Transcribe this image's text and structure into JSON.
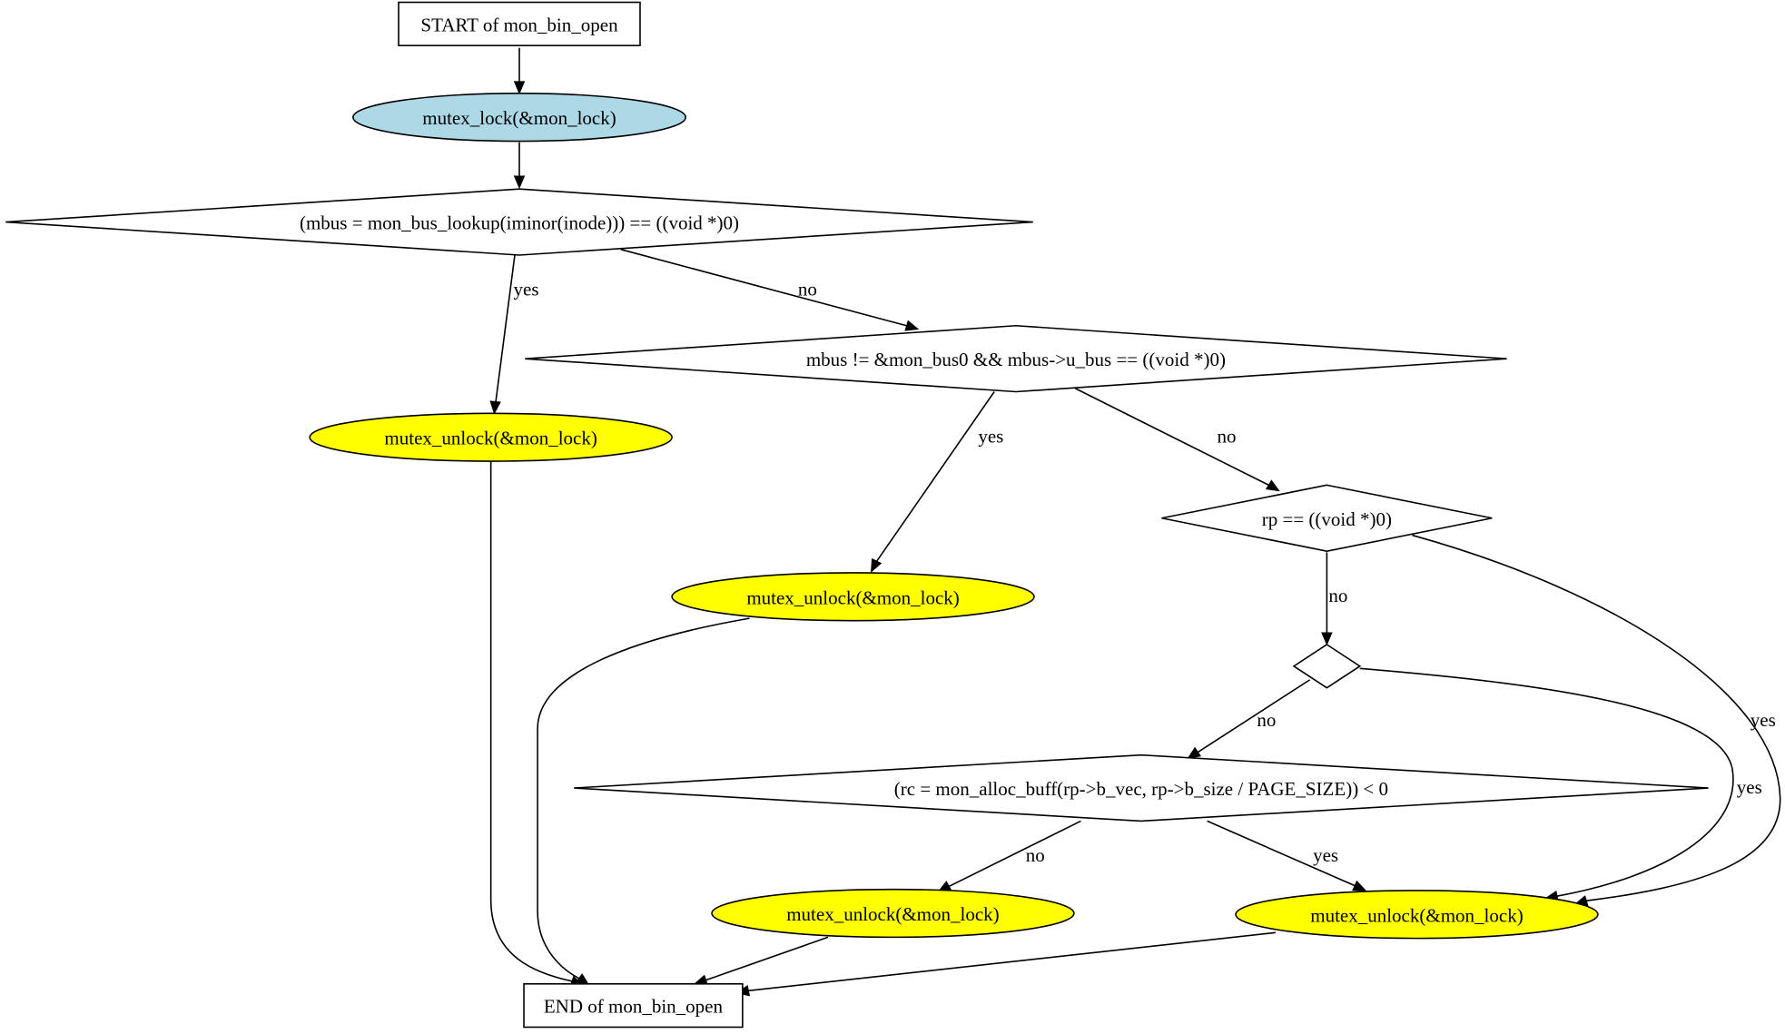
{
  "colors": {
    "background": "#ffffff",
    "stroke": "#000000",
    "lock_node_fill": "#add8e6",
    "unlock_node_fill": "#ffff00",
    "box_fill": "#ffffff",
    "decision_fill": "#ffffff"
  },
  "nodes": [
    {
      "id": "start",
      "shape": "box",
      "label": "START of mon_bin_open"
    },
    {
      "id": "lock",
      "shape": "ellipse",
      "label": "mutex_lock(&mon_lock)"
    },
    {
      "id": "cond1",
      "shape": "diamond",
      "label": "(mbus = mon_bus_lookup(iminor(inode))) == ((void *)0)"
    },
    {
      "id": "cond2",
      "shape": "diamond",
      "label": "mbus != &mon_bus0 && mbus->u_bus == ((void *)0)"
    },
    {
      "id": "unlock1",
      "shape": "ellipse",
      "label": "mutex_unlock(&mon_lock)"
    },
    {
      "id": "cond3",
      "shape": "diamond",
      "label": "rp == ((void *)0)"
    },
    {
      "id": "unlock2",
      "shape": "ellipse",
      "label": "mutex_unlock(&mon_lock)"
    },
    {
      "id": "cond4",
      "shape": "diamond",
      "label": ""
    },
    {
      "id": "cond5",
      "shape": "diamond",
      "label": "(rc = mon_alloc_buff(rp->b_vec, rp->b_size / PAGE_SIZE)) < 0"
    },
    {
      "id": "unlock3",
      "shape": "ellipse",
      "label": "mutex_unlock(&mon_lock)"
    },
    {
      "id": "unlock4",
      "shape": "ellipse",
      "label": "mutex_unlock(&mon_lock)"
    },
    {
      "id": "end",
      "shape": "box",
      "label": "END of mon_bin_open"
    }
  ],
  "edges": [
    {
      "from": "start",
      "to": "lock",
      "label": ""
    },
    {
      "from": "lock",
      "to": "cond1",
      "label": ""
    },
    {
      "from": "cond1",
      "to": "unlock1",
      "label": "yes"
    },
    {
      "from": "cond1",
      "to": "cond2",
      "label": "no"
    },
    {
      "from": "cond2",
      "to": "unlock2",
      "label": "yes"
    },
    {
      "from": "cond2",
      "to": "cond3",
      "label": "no"
    },
    {
      "from": "cond3",
      "to": "cond4",
      "label": "no"
    },
    {
      "from": "cond3",
      "to": "unlock4",
      "label": "yes"
    },
    {
      "from": "cond4",
      "to": "cond5",
      "label": "no"
    },
    {
      "from": "cond4",
      "to": "unlock4",
      "label": "yes"
    },
    {
      "from": "cond5",
      "to": "unlock3",
      "label": "no"
    },
    {
      "from": "cond5",
      "to": "unlock4",
      "label": "yes"
    },
    {
      "from": "unlock1",
      "to": "end",
      "label": ""
    },
    {
      "from": "unlock2",
      "to": "end",
      "label": ""
    },
    {
      "from": "unlock3",
      "to": "end",
      "label": ""
    },
    {
      "from": "unlock4",
      "to": "end",
      "label": ""
    }
  ]
}
